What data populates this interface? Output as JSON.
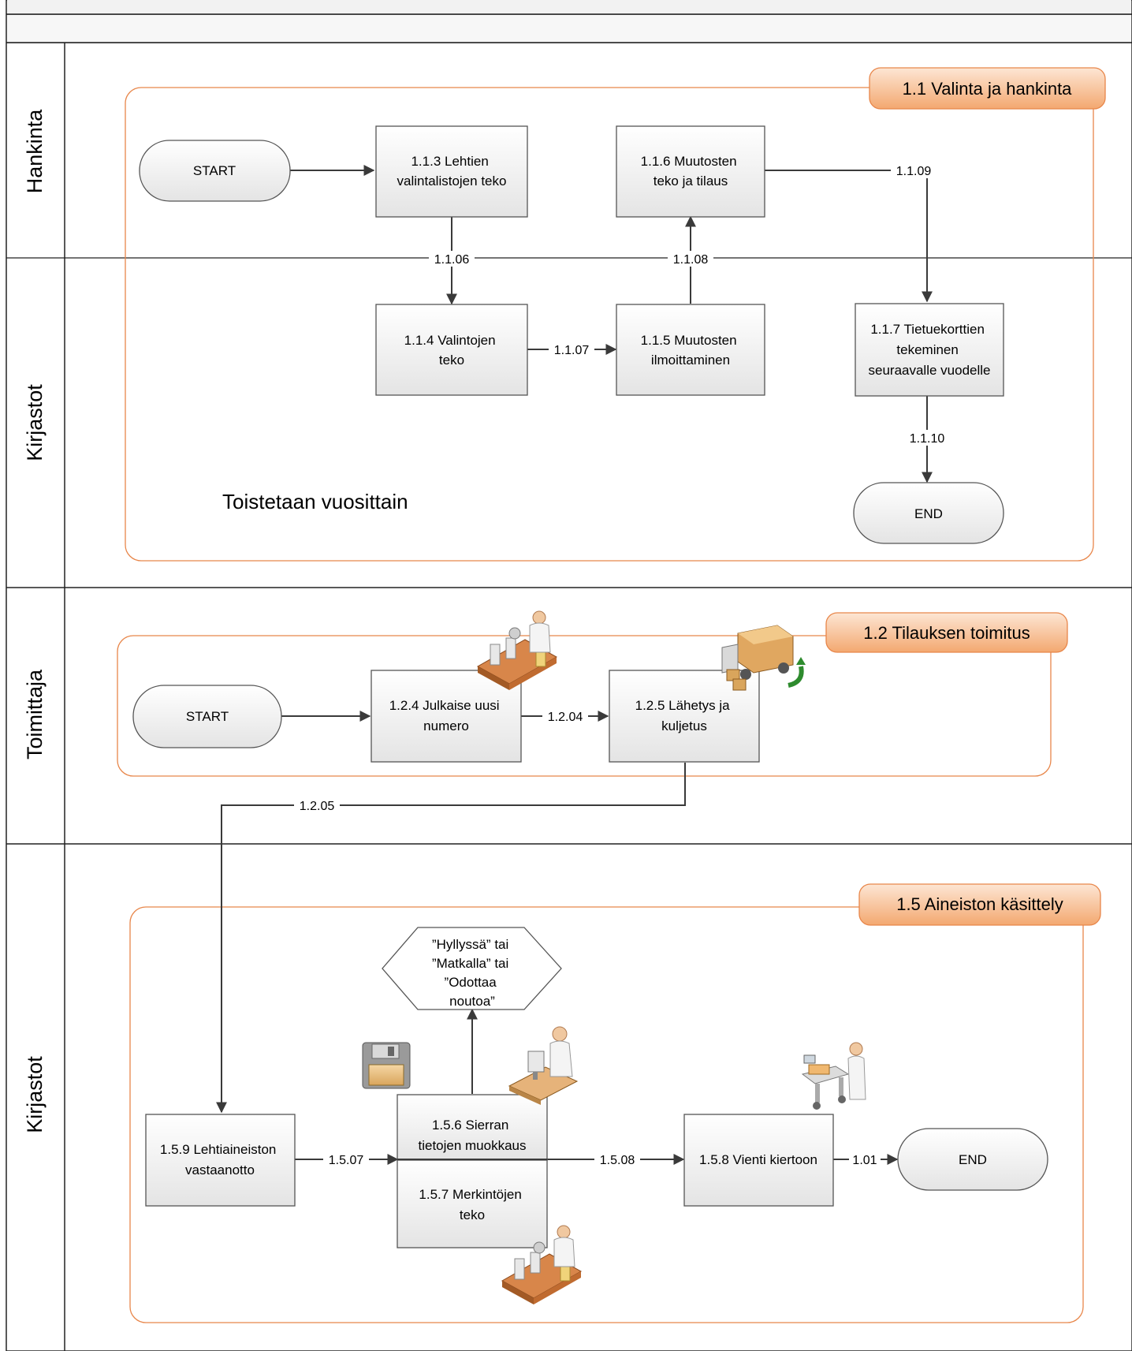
{
  "lanes": [
    {
      "label": "Hankinta"
    },
    {
      "label": "Kirjastot"
    },
    {
      "label": "Toimittaja"
    },
    {
      "label": "Kirjastot"
    }
  ],
  "groups": {
    "g11": {
      "title": "1.1 Valinta ja hankinta"
    },
    "g12": {
      "title": "1.2 Tilauksen toimitus"
    },
    "g15": {
      "title": "1.5 Aineiston käsittely"
    }
  },
  "terminators": {
    "start1": "START",
    "end1": "END",
    "start2": "START",
    "end2": "END"
  },
  "processes": {
    "p113": [
      "1.1.3 Lehtien",
      "valintalistojen teko"
    ],
    "p116": [
      "1.1.6 Muutosten",
      "teko ja tilaus"
    ],
    "p114": [
      "1.1.4 Valintojen",
      "teko"
    ],
    "p115": [
      "1.1.5 Muutosten",
      "ilmoittaminen"
    ],
    "p117": [
      "1.1.7 Tietuekorttien",
      "tekeminen",
      "seuraavalle vuodelle"
    ],
    "p124": [
      "1.2.4 Julkaise uusi",
      "numero"
    ],
    "p125": [
      "1.2.5 Lähetys ja",
      "kuljetus"
    ],
    "p159": [
      "1.5.9 Lehtiaineiston",
      "vastaanotto"
    ],
    "p156": [
      "1.5.6 Sierran",
      "tietojen muokkaus"
    ],
    "p157": [
      "1.5.7 Merkintöjen",
      "teko"
    ],
    "p158": [
      "1.5.8 Vienti kiertoon"
    ]
  },
  "status_note": [
    "”Hyllyssä” tai",
    "”Matkalla” tai",
    "”Odottaa",
    "noutoa”"
  ],
  "connectors": {
    "c1106": "1.1.06",
    "c1107": "1.1.07",
    "c1108": "1.1.08",
    "c1109": "1.1.09",
    "c1110": "1.1.10",
    "c1204": "1.2.04",
    "c1205": "1.2.05",
    "c1507": "1.5.07",
    "c1508": "1.5.08",
    "c101": "1.01"
  },
  "annotation": "Toistetaan vuosittain",
  "icons": [
    "factory-worker-icon",
    "delivery-truck-icon",
    "floppy-disk-icon",
    "computer-worker-icon",
    "cart-worker-icon"
  ],
  "colors": {
    "group_border": "#e8864a",
    "tab_fill_top": "#fde3cf",
    "tab_fill_bottom": "#f4ad7c",
    "box_fill_top": "#ffffff",
    "box_fill_bottom": "#e6e6e6",
    "box_border": "#555555",
    "arrow": "#3a3a3a"
  }
}
